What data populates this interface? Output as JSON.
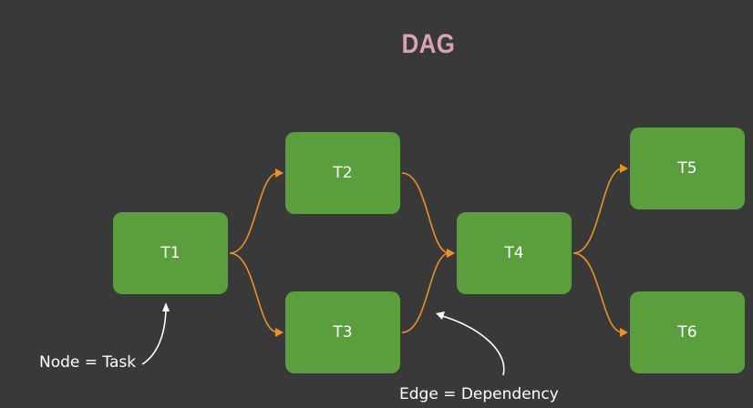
{
  "title": "DAG",
  "colors": {
    "background": "#393939",
    "title": "#d9a3b5",
    "node_fill": "#5a9e3e",
    "node_text": "#ffffff",
    "edge": "#e8922a",
    "annotation": "#ffffff"
  },
  "nodes": [
    {
      "id": "T1",
      "label": "T1"
    },
    {
      "id": "T2",
      "label": "T2"
    },
    {
      "id": "T3",
      "label": "T3"
    },
    {
      "id": "T4",
      "label": "T4"
    },
    {
      "id": "T5",
      "label": "T5"
    },
    {
      "id": "T6",
      "label": "T6"
    }
  ],
  "edges": [
    {
      "from": "T1",
      "to": "T2"
    },
    {
      "from": "T1",
      "to": "T3"
    },
    {
      "from": "T2",
      "to": "T4"
    },
    {
      "from": "T3",
      "to": "T4"
    },
    {
      "from": "T4",
      "to": "T5"
    },
    {
      "from": "T4",
      "to": "T6"
    }
  ],
  "annotations": {
    "node_label": "Node = Task",
    "edge_label": "Edge = Dependency"
  }
}
